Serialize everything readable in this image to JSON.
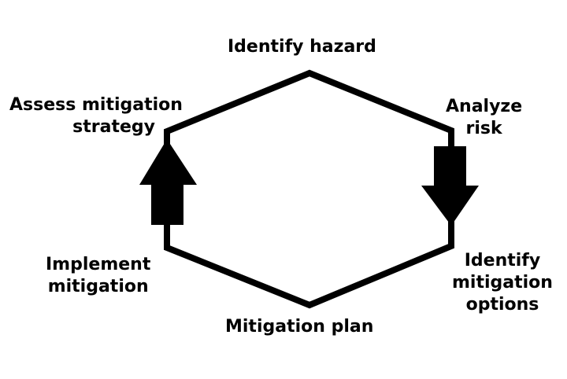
{
  "labels": {
    "identify_hazard": "Identify hazard",
    "analyze_risk": [
      "Analyze",
      "risk"
    ],
    "identify_options": [
      "Identify",
      "mitigation",
      "options"
    ],
    "mitigation_plan": "Mitigation plan",
    "implement": [
      "Implement",
      "mitigation"
    ],
    "assess": [
      "Assess mitigation",
      "strategy"
    ]
  },
  "colors": {
    "line": "#000000",
    "background": "#ffffff"
  }
}
